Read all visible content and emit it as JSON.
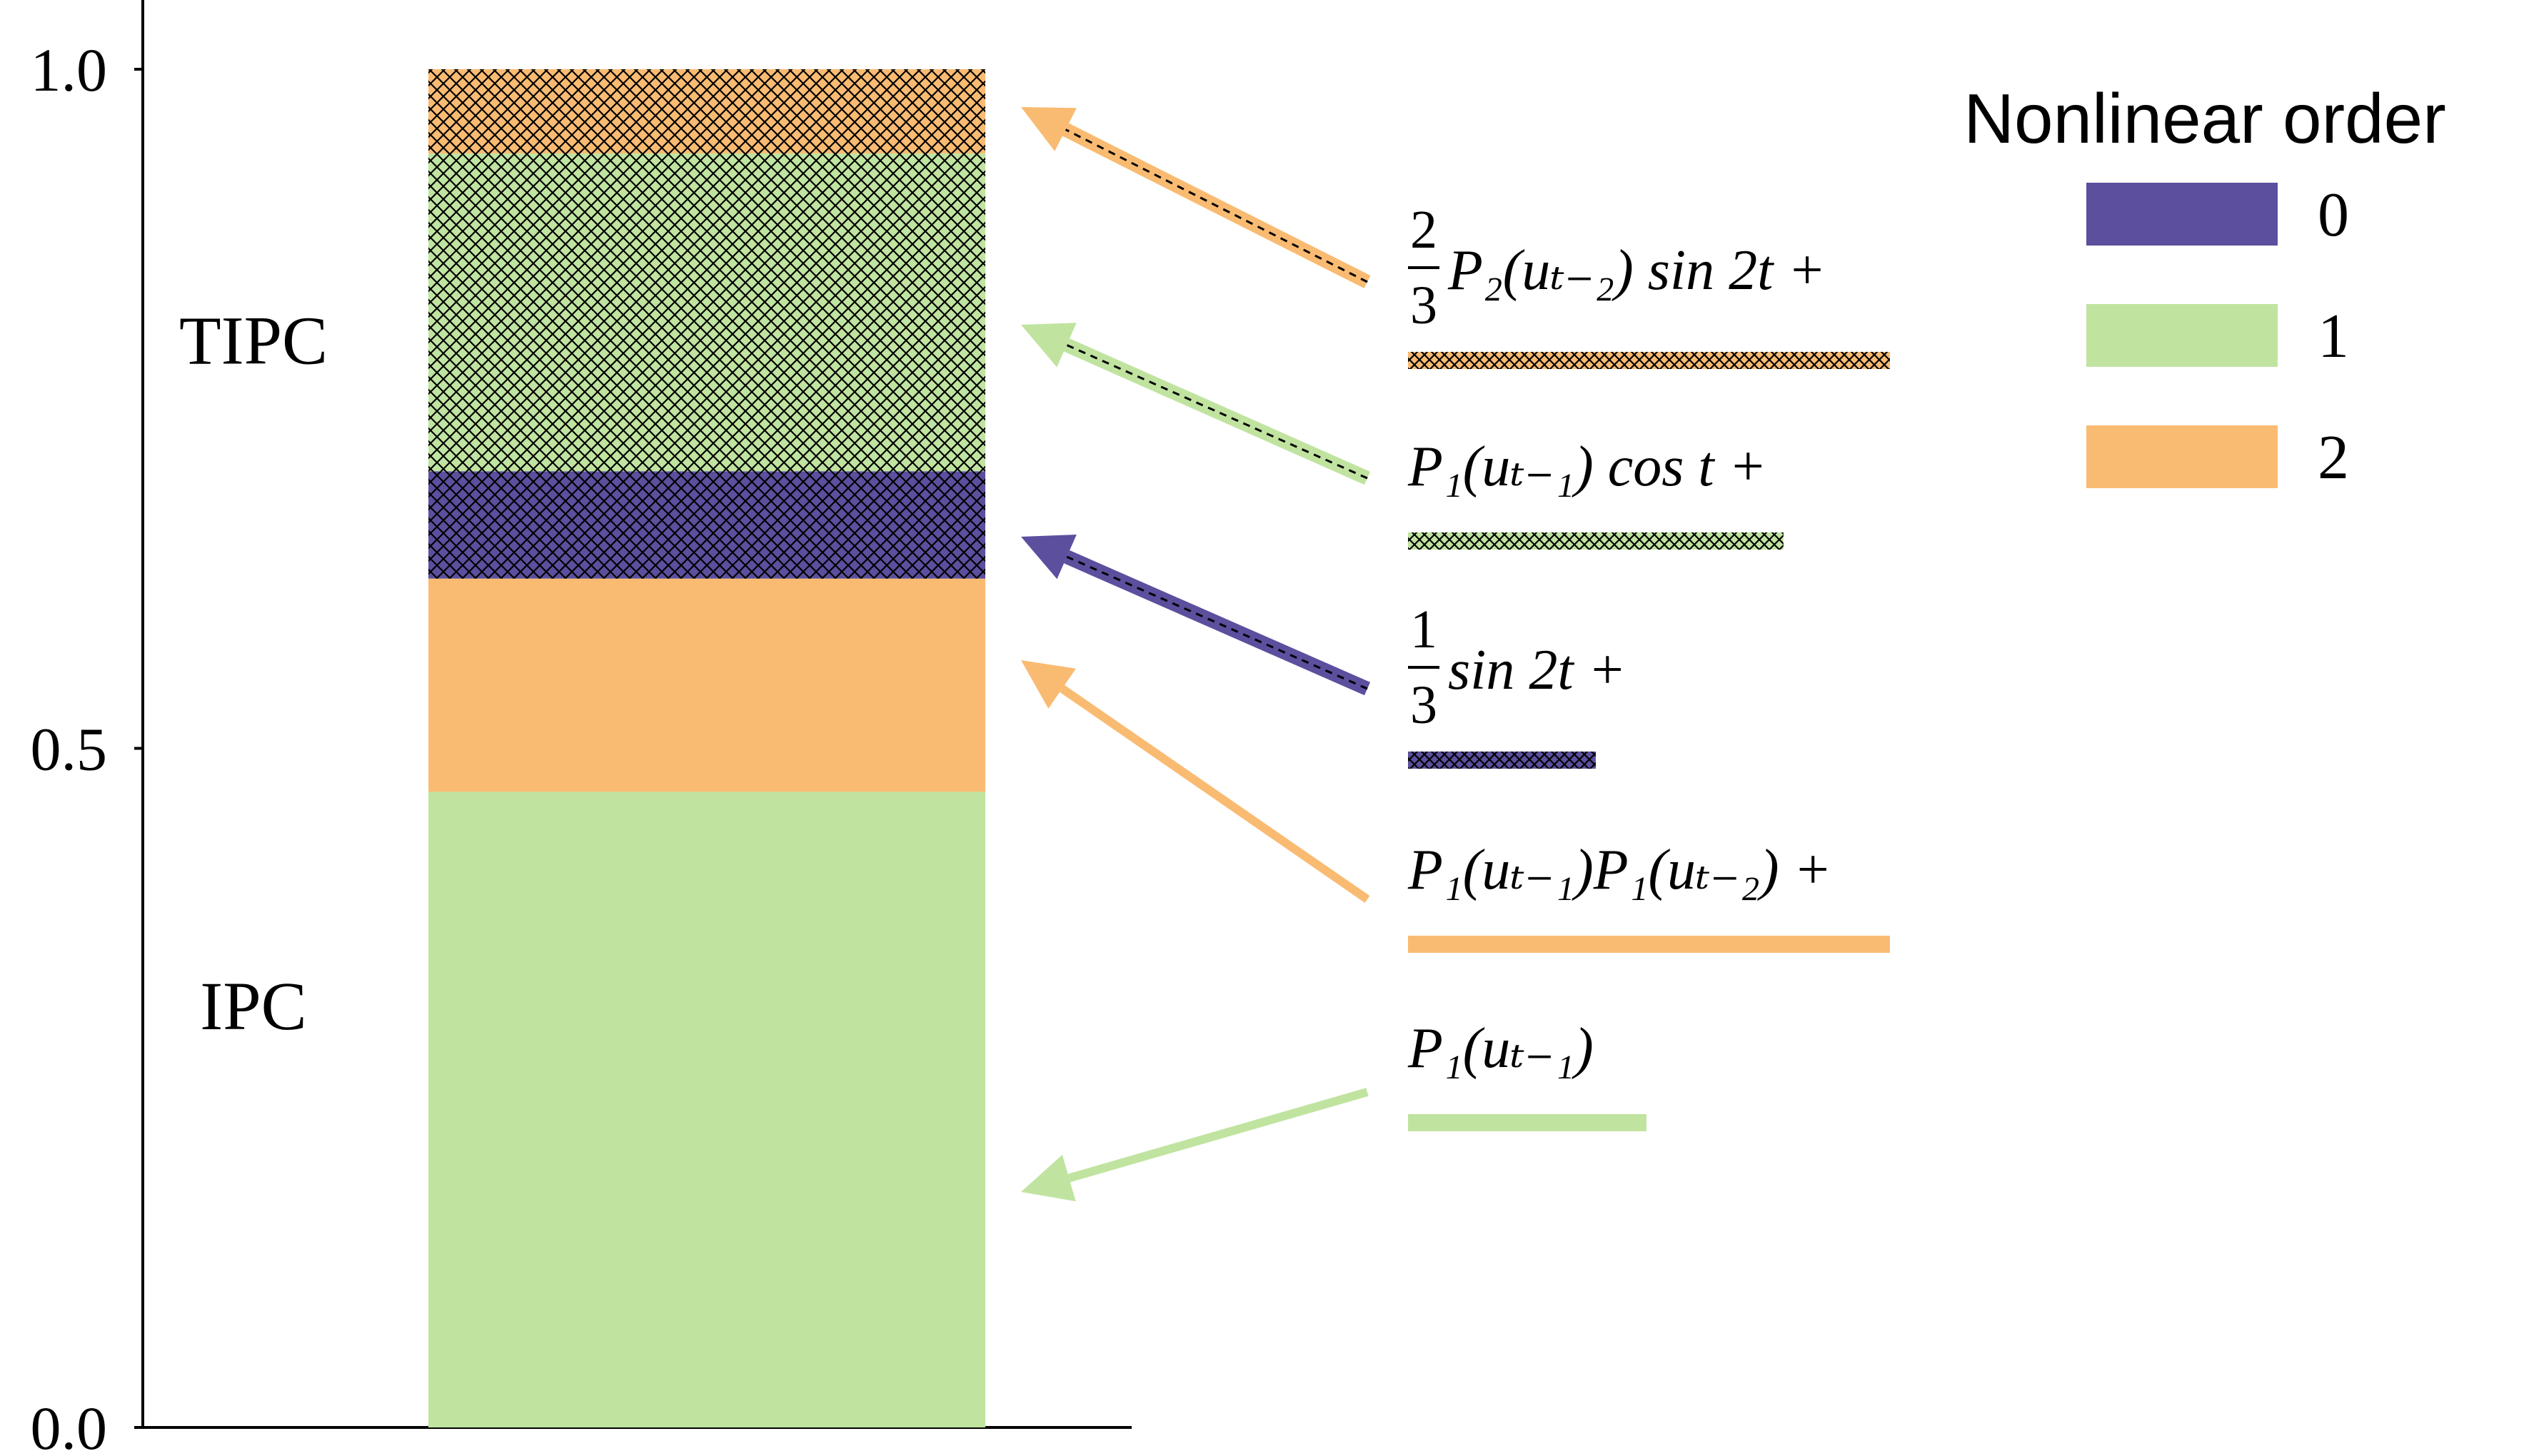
{
  "colors": {
    "order_0": "#5b4f9e",
    "order_1": "#c0e4a0",
    "order_2": "#f9bb72",
    "axis": "#000000"
  },
  "chart_data": {
    "type": "bar",
    "stacked": true,
    "ylim": [
      0,
      1.05
    ],
    "yticks": [
      {
        "value": 0.0,
        "label": "0.0"
      },
      {
        "value": 0.5,
        "label": "0.5"
      },
      {
        "value": 1.0,
        "label": "1.0"
      }
    ],
    "xlabel": "",
    "ylabel": "",
    "grid": false,
    "legend": {
      "title": "Nonlinear order",
      "placement": "top-right",
      "entries": [
        {
          "label": "0",
          "color": "#5b4f9e"
        },
        {
          "label": "1",
          "color": "#c0e4a0"
        },
        {
          "label": "2",
          "color": "#f9bb72"
        }
      ]
    },
    "group_labels": [
      {
        "text": "TIPC",
        "y": 0.8
      },
      {
        "text": "IPC",
        "y": 0.31
      }
    ],
    "segments": [
      {
        "id": "p1",
        "order": 1,
        "hatched": false,
        "bottom": 0.0,
        "value": 0.468
      },
      {
        "id": "p1p1",
        "order": 2,
        "hatched": false,
        "bottom": 0.468,
        "value": 0.157
      },
      {
        "id": "sin",
        "order": 0,
        "hatched": true,
        "bottom": 0.625,
        "value": 0.079
      },
      {
        "id": "p1cos",
        "order": 1,
        "hatched": true,
        "bottom": 0.704,
        "value": 0.234
      },
      {
        "id": "p2sin",
        "order": 2,
        "hatched": true,
        "bottom": 0.938,
        "value": 0.062
      }
    ],
    "annotations": [
      {
        "segment": "p2sin",
        "coef_num": "2",
        "coef_den": "3",
        "main": "P₂(uₜ₋₂) sin 2t  +",
        "ul_len": 0.95
      },
      {
        "segment": "p1cos",
        "coef_num": "",
        "coef_den": "",
        "main": "P₁(uₜ₋₁) cos t  +",
        "ul_len": 0.74
      },
      {
        "segment": "sin",
        "coef_num": "1",
        "coef_den": "3",
        "main": "sin 2t +",
        "ul_len": 0.37
      },
      {
        "segment": "p1p1",
        "coef_num": "",
        "coef_den": "",
        "main": "P₁(uₜ₋₁)P₁(uₜ₋₂) +",
        "ul_len": 0.95
      },
      {
        "segment": "p1",
        "coef_num": "",
        "coef_den": "",
        "main": "P₁(uₜ₋₁)",
        "ul_len": 0.47
      }
    ]
  }
}
